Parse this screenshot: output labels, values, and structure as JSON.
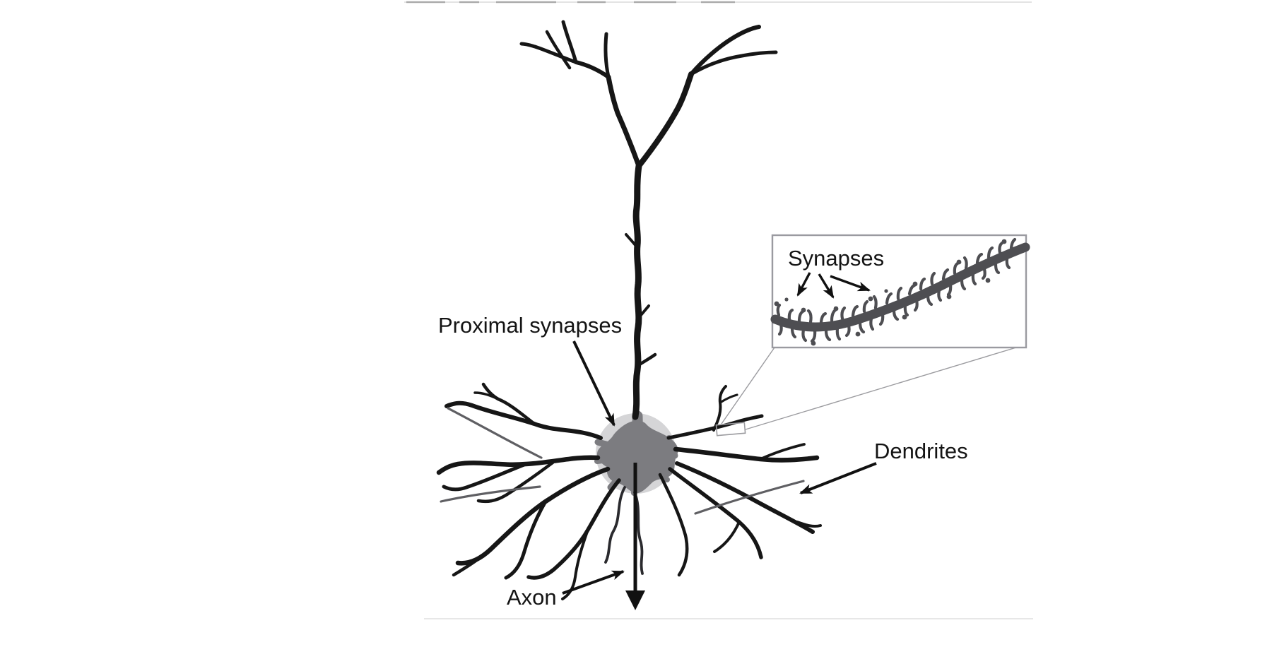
{
  "diagram": {
    "type": "neuron-anatomy-figure",
    "labels": {
      "proximal_synapses": "Proximal synapses",
      "dendrites": "Dendrites",
      "axon": "Axon"
    },
    "inset": {
      "label": "Synapses"
    },
    "colors": {
      "background": "#ffffff",
      "ink": "#161616",
      "soma_halo": "#d5d5d7",
      "soma_body": "#7c7c80",
      "inset_dendrite": "#4e4e52",
      "inset_border": "#9a9aa0",
      "callout_line": "#9b9b9f"
    }
  }
}
